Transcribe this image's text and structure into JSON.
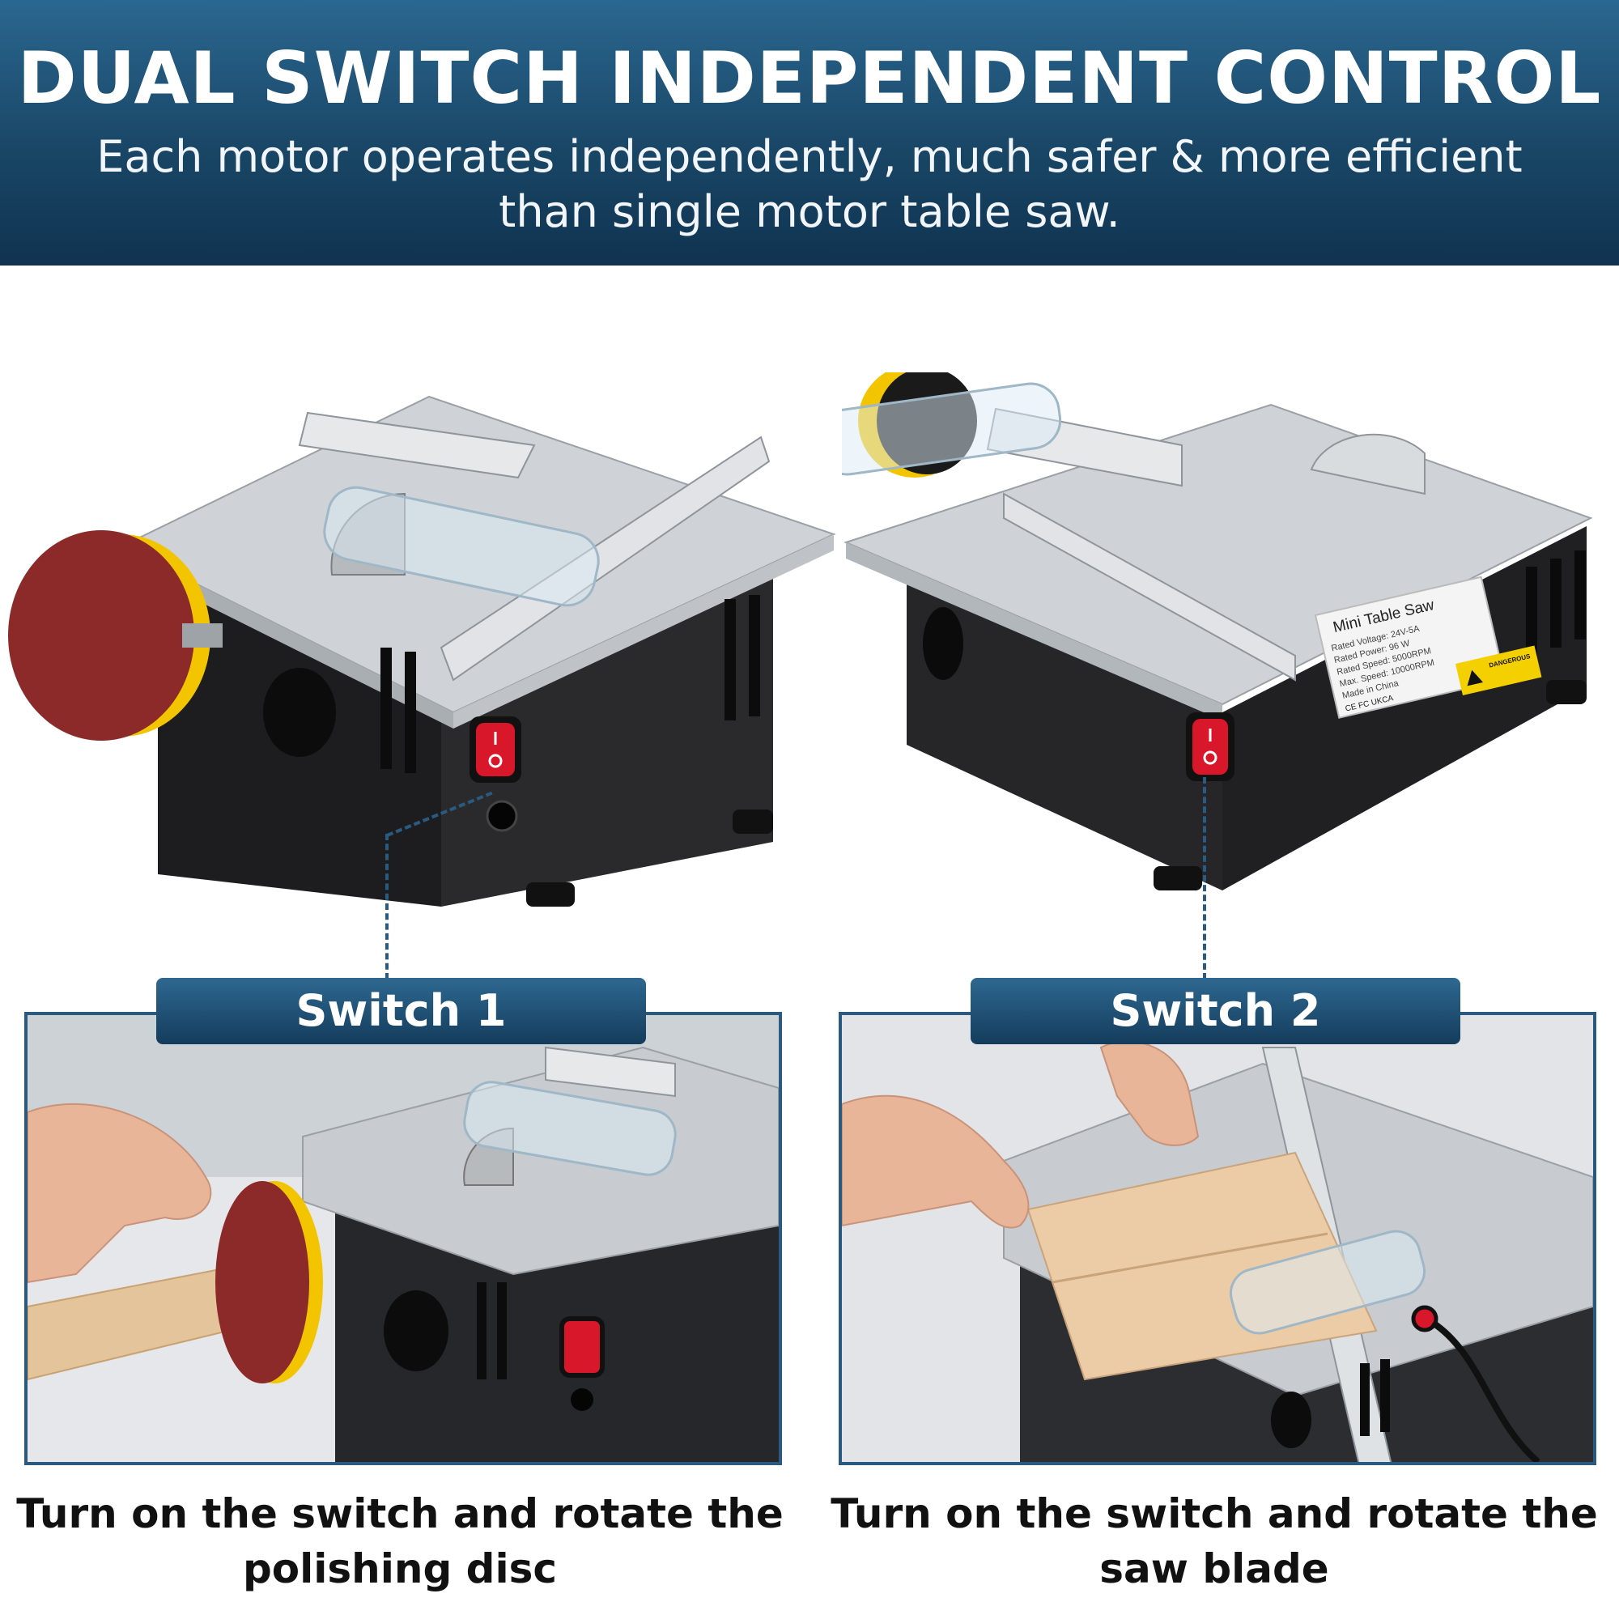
{
  "header": {
    "title": "DUAL SWITCH INDEPENDENT CONTROL",
    "subtitle_line1": "Each motor operates independently, much safer & more efficient",
    "subtitle_line2": "than single motor table saw."
  },
  "product_label": {
    "name": "Mini Table Saw",
    "lines": [
      "Rated Voltage: 24V-5A",
      "Rated Power: 96 W",
      "Rated Speed: 5000RPM",
      "Max. Speed: 10000RPM",
      "Made in China"
    ],
    "cert": "CE FC UKCA",
    "warning": "DANGEROUS"
  },
  "panels": [
    {
      "tab": "Switch 1",
      "caption_line1": "Turn on the switch and rotate the",
      "caption_line2": "polishing disc"
    },
    {
      "tab": "Switch 2",
      "caption_line1": "Turn on the switch and rotate the",
      "caption_line2": "saw blade"
    }
  ],
  "colors": {
    "header_dark": "#143c5c",
    "accent": "#2b5a80",
    "switch_red": "#d8182a",
    "disc_red": "#8c2a2a",
    "disc_yellow": "#f2c500"
  }
}
